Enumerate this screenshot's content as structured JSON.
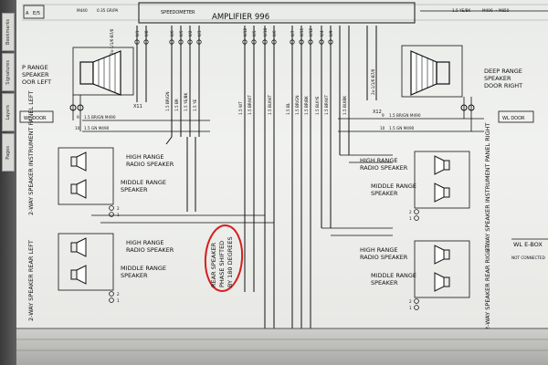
{
  "sidebar_tabs": [
    "Bookmarks",
    "Signatures",
    "Layers",
    "Pages"
  ],
  "header": {
    "amplifier": "AMPLIFIER 996",
    "speedometer": "SPEEDOMETER",
    "top_left_codes": [
      "A",
      "E/5",
      "M440",
      "0.35 GR/PA"
    ],
    "top_right_code": "1.5 YE/BK",
    "top_right_code2": "M496 → M850"
  },
  "left_door": {
    "speaker_label": [
      "P RANGE",
      "SPEAKER",
      "OOR LEFT"
    ],
    "connector": "X11",
    "connector_code": "2x-1/1/6-B7/0",
    "door_label": "WL DOOR",
    "wires": [
      "1.5 BR/GN  M490",
      "1.5 GN  M490"
    ],
    "pins": [
      "9",
      "10"
    ]
  },
  "right_door": {
    "speaker_label": [
      "DEEP RANGE",
      "SPEAKER",
      "DOOR RIGHT"
    ],
    "connector": "X12",
    "connector_code": "2x-1/1/6-B7/0",
    "door_label": "WL DOOR",
    "wires": [
      "1.5 BR/GN  M490",
      "1.5 GN  M490"
    ],
    "pins": [
      "9",
      "10"
    ]
  },
  "left_panel": {
    "side_label": "2-WAY SPEAKER INSTRUMENT PANEL LEFT",
    "high": [
      "HIGH RANGE",
      "RADIO SPEAKER"
    ],
    "middle": [
      "MIDDLE RANGE",
      "SPEAKER"
    ],
    "pins": [
      "2",
      "1"
    ]
  },
  "rear_left": {
    "side_label": "2-WAY SPEAKER REAR LEFT",
    "high": [
      "HIGH RANGE",
      "RADIO SPEAKER"
    ],
    "middle": [
      "MIDDLE RANGE",
      "SPEAKER"
    ],
    "pins": [
      "2",
      "1"
    ]
  },
  "right_panel": {
    "side_label": "2-WAY SPEAKER INSTRUMENT PANEL RIGHT",
    "high": [
      "HIGH RANGE",
      "RADIO SPEAKER"
    ],
    "middle": [
      "MIDDLE RANGE",
      "SPEAKER"
    ],
    "pins": [
      "2",
      "1"
    ]
  },
  "rear_right": {
    "side_label": "2-WAY SPEAKER REAR RIGHT",
    "high": [
      "HIGH RANGE",
      "RADIO SPEAKER"
    ],
    "middle": [
      "MIDDLE RANGE",
      "SPEAKER"
    ],
    "pins": [
      "2",
      "1"
    ]
  },
  "annotation": {
    "lines": [
      "REAR SPEAKER",
      "PHASE SHIFTED",
      "BY 180 DEGREES"
    ],
    "color": "#d42020"
  },
  "right_edge": {
    "box_label": "WL E-BOX",
    "note": "NOT CONNECTED"
  },
  "wire_codes": {
    "left_bundle": [
      "1.5 BR/GN",
      "1.5 BR",
      "1.5 YE/BK",
      "1.5 YE"
    ],
    "center": [
      "1.5 WT",
      "1.5 BR/WT",
      "1.5 BU/WT"
    ],
    "right_bundle": [
      "1.5 BL",
      "1.5 BR/GN",
      "1.5 BR/BK",
      "1.5 BU/YE",
      "1.5 BR/WT",
      "1.5 BU/BK"
    ]
  },
  "pin_labels_top": [
    "II/1",
    "II/8",
    "II/6",
    "II/5",
    "II/2",
    "II/3",
    "II/12",
    "II/5",
    "II/10",
    "II/6",
    "II/7",
    "II/11",
    "II/12",
    "II/4",
    "II/9"
  ]
}
